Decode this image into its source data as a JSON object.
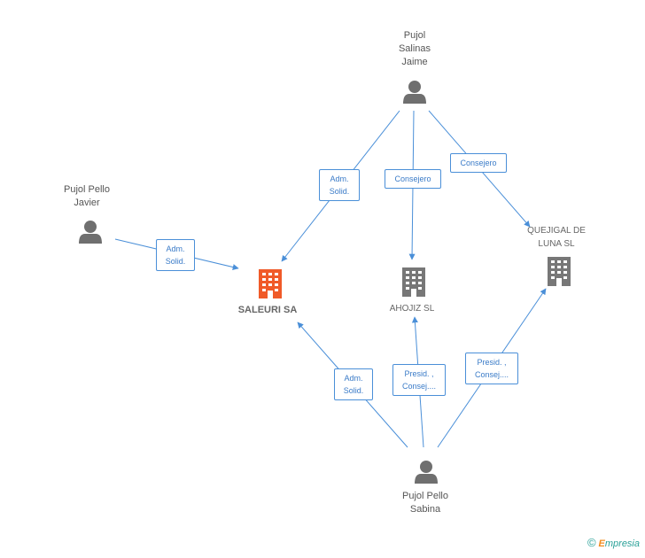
{
  "people": {
    "jaime": [
      "Pujol",
      "Salinas",
      "Jaime"
    ],
    "javier": [
      "Pujol Pello",
      "Javier"
    ],
    "sabina": [
      "Pujol Pello",
      "Sabina"
    ]
  },
  "companies": {
    "saleuri": [
      "SALEURI SA"
    ],
    "ahojiz": [
      "AHOJIZ SL"
    ],
    "quejigal": [
      "QUEJIGAL DE",
      "LUNA SL"
    ]
  },
  "relations": {
    "jaime_saleuri": [
      "Adm.",
      "Solid."
    ],
    "jaime_ahojiz": [
      "Consejero"
    ],
    "jaime_quejigal": [
      "Consejero"
    ],
    "javier_saleuri": [
      "Adm.",
      "Solid."
    ],
    "sabina_saleuri": [
      "Adm.",
      "Solid."
    ],
    "sabina_ahojiz": [
      "Presid. ,",
      "Consej...."
    ],
    "sabina_quejigal": [
      "Presid. ,",
      "Consej...."
    ]
  },
  "colors": {
    "edge": "#4a8fd8",
    "person_icon": "#6f6f6f",
    "company_icon": "#777777",
    "main_company_icon": "#f05a28"
  },
  "footer": {
    "copyright": "©",
    "brand_first": "E",
    "brand_rest": "mpresia"
  }
}
